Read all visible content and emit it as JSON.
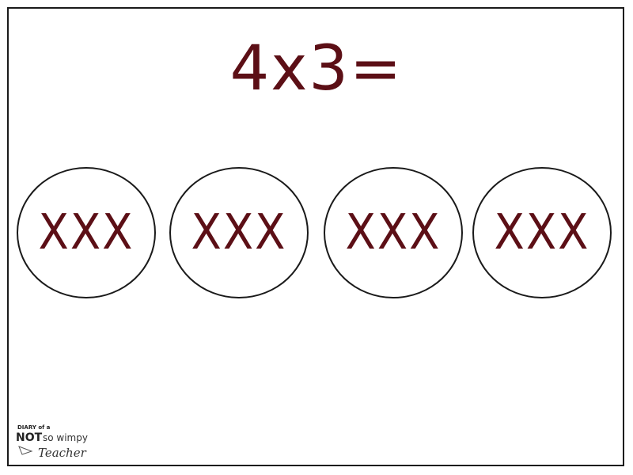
{
  "equation": "4x3=",
  "groups": [
    {
      "marks": "XXX"
    },
    {
      "marks": "XXX"
    },
    {
      "marks": "XXX"
    },
    {
      "marks": "XXX"
    }
  ],
  "logo": {
    "line1": "DIARY of a",
    "line2_bold": "NOT",
    "line2_rest": "so wimpy",
    "line3": "Teacher"
  },
  "colors": {
    "ink": "#5c0f16",
    "outline": "#1a1a1a",
    "background": "#ffffff"
  }
}
